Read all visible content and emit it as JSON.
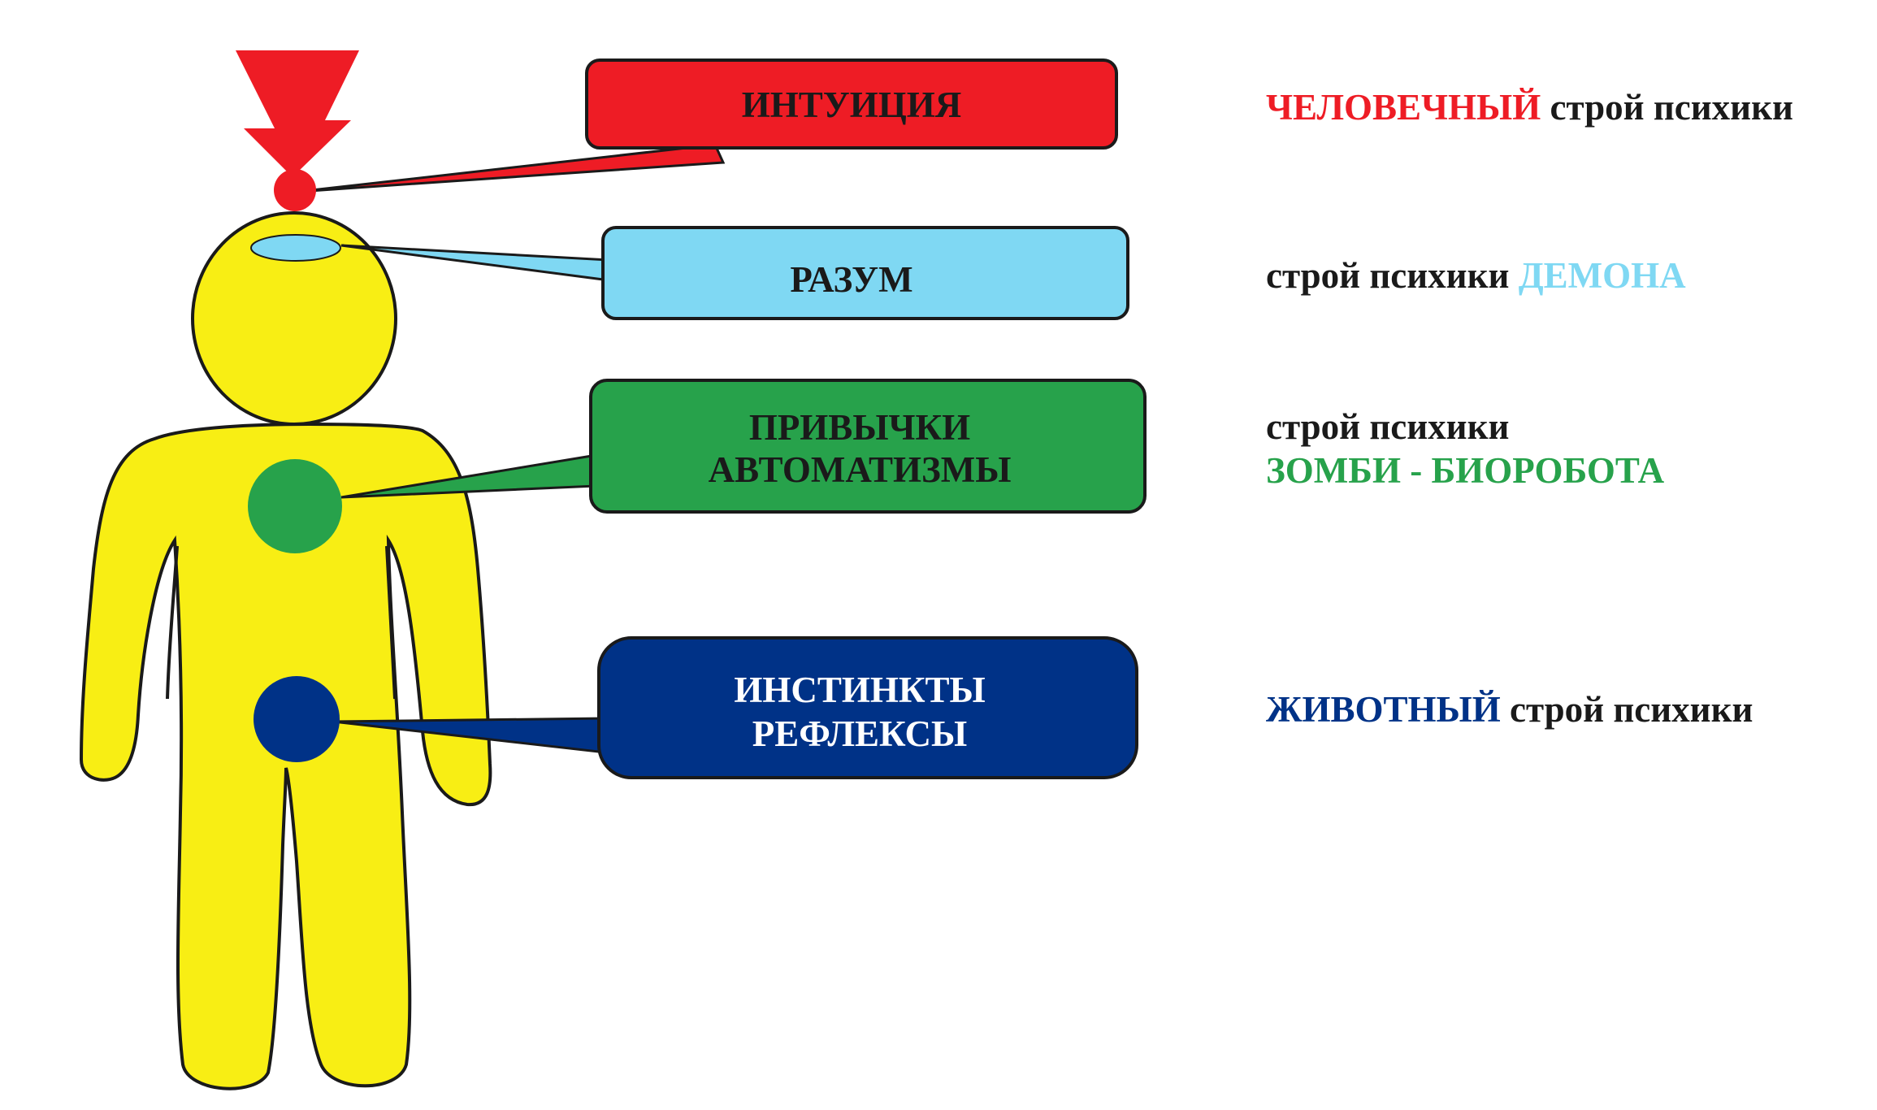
{
  "colors": {
    "body_fill": "#F8EE14",
    "outline": "#1a1a1a",
    "intuition": "#EE1C25",
    "reason": "#7FD8F3",
    "habits": "#27A24B",
    "instincts": "#003287",
    "text_dark": "#1a1a1a",
    "text_light": "#ffffff"
  },
  "levels": [
    {
      "key": "intuition",
      "label_lines": [
        "ИНТУИЦИЯ"
      ],
      "mode_parts": [
        {
          "text": "ЧЕЛОВЕЧНЫЙ",
          "color": "#EE1C25"
        },
        {
          "text": " строй психики",
          "color": "#1a1a1a"
        }
      ]
    },
    {
      "key": "reason",
      "label_lines": [
        "РАЗУМ"
      ],
      "mode_parts": [
        {
          "text": "строй психики ",
          "color": "#1a1a1a"
        },
        {
          "text": "ДЕМОНА",
          "color": "#7FD8F3"
        }
      ]
    },
    {
      "key": "habits",
      "label_lines": [
        "ПРИВЫЧКИ",
        "АВТОМАТИЗМЫ"
      ],
      "mode_line1": "строй психики",
      "mode_line2": "ЗОМБИ - БИОРОБОТА"
    },
    {
      "key": "instincts",
      "label_lines": [
        "ИНСТИНКТЫ",
        "РЕФЛЕКСЫ"
      ],
      "mode_parts": [
        {
          "text": "ЖИВОТНЫЙ",
          "color": "#003287"
        },
        {
          "text": " строй психики",
          "color": "#1a1a1a"
        }
      ]
    }
  ]
}
